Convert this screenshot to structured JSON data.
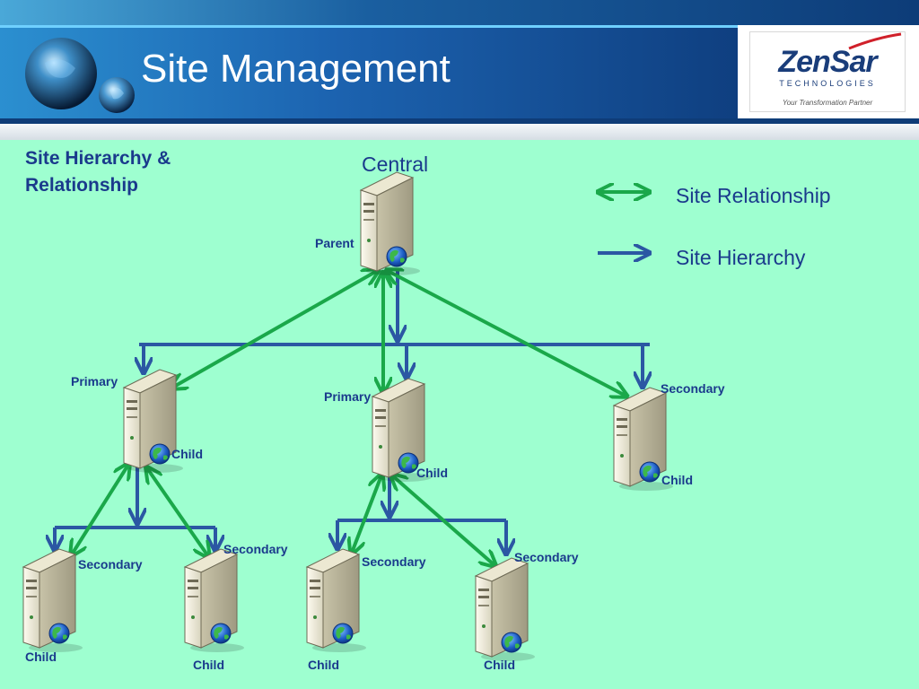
{
  "slide": {
    "title": "Site Management",
    "subtitle": "Site Hierarchy & Relationship"
  },
  "logo": {
    "name": "ZenSar",
    "subtitle": "TECHNOLOGIES",
    "tagline": "Your Transformation Partner"
  },
  "legend": [
    {
      "label": "Site Relationship",
      "color": "#1aa84a",
      "icon": "double-arrow-icon"
    },
    {
      "label": "Site Hierarchy",
      "color": "#2b57a3",
      "icon": "arrow-right-icon"
    }
  ],
  "colors": {
    "relationship": "#1aa84a",
    "hierarchy": "#2b57a3",
    "label_text": "#1a3a8c"
  },
  "nodes": [
    {
      "id": "central",
      "labels": [
        "Central",
        "Parent"
      ]
    },
    {
      "id": "primary1",
      "labels": [
        "Primary",
        "Child"
      ]
    },
    {
      "id": "primary2",
      "labels": [
        "Primary",
        "Child"
      ]
    },
    {
      "id": "secondary1",
      "labels": [
        "Secondary",
        "Child"
      ]
    },
    {
      "id": "sec_a",
      "labels": [
        "Secondary",
        "Child"
      ]
    },
    {
      "id": "sec_b",
      "labels": [
        "Secondary",
        "Child"
      ]
    },
    {
      "id": "sec_c",
      "labels": [
        "Secondary",
        "Child"
      ]
    },
    {
      "id": "sec_d",
      "labels": [
        "Secondary",
        "Child"
      ]
    }
  ],
  "edges": [
    {
      "from": "central",
      "to": "primary1",
      "type": "relationship"
    },
    {
      "from": "central",
      "to": "primary2",
      "type": "relationship"
    },
    {
      "from": "central",
      "to": "secondary1",
      "type": "relationship"
    },
    {
      "from": "primary1",
      "to": "sec_a",
      "type": "relationship"
    },
    {
      "from": "primary1",
      "to": "sec_b",
      "type": "relationship"
    },
    {
      "from": "primary2",
      "to": "sec_c",
      "type": "relationship"
    },
    {
      "from": "primary2",
      "to": "sec_d",
      "type": "relationship"
    },
    {
      "from": "central",
      "to": "primary1",
      "type": "hierarchy"
    },
    {
      "from": "central",
      "to": "primary2",
      "type": "hierarchy"
    },
    {
      "from": "central",
      "to": "secondary1",
      "type": "hierarchy"
    },
    {
      "from": "primary1",
      "to": "sec_a",
      "type": "hierarchy"
    },
    {
      "from": "primary1",
      "to": "sec_b",
      "type": "hierarchy"
    },
    {
      "from": "primary2",
      "to": "sec_c",
      "type": "hierarchy"
    },
    {
      "from": "primary2",
      "to": "sec_d",
      "type": "hierarchy"
    }
  ]
}
